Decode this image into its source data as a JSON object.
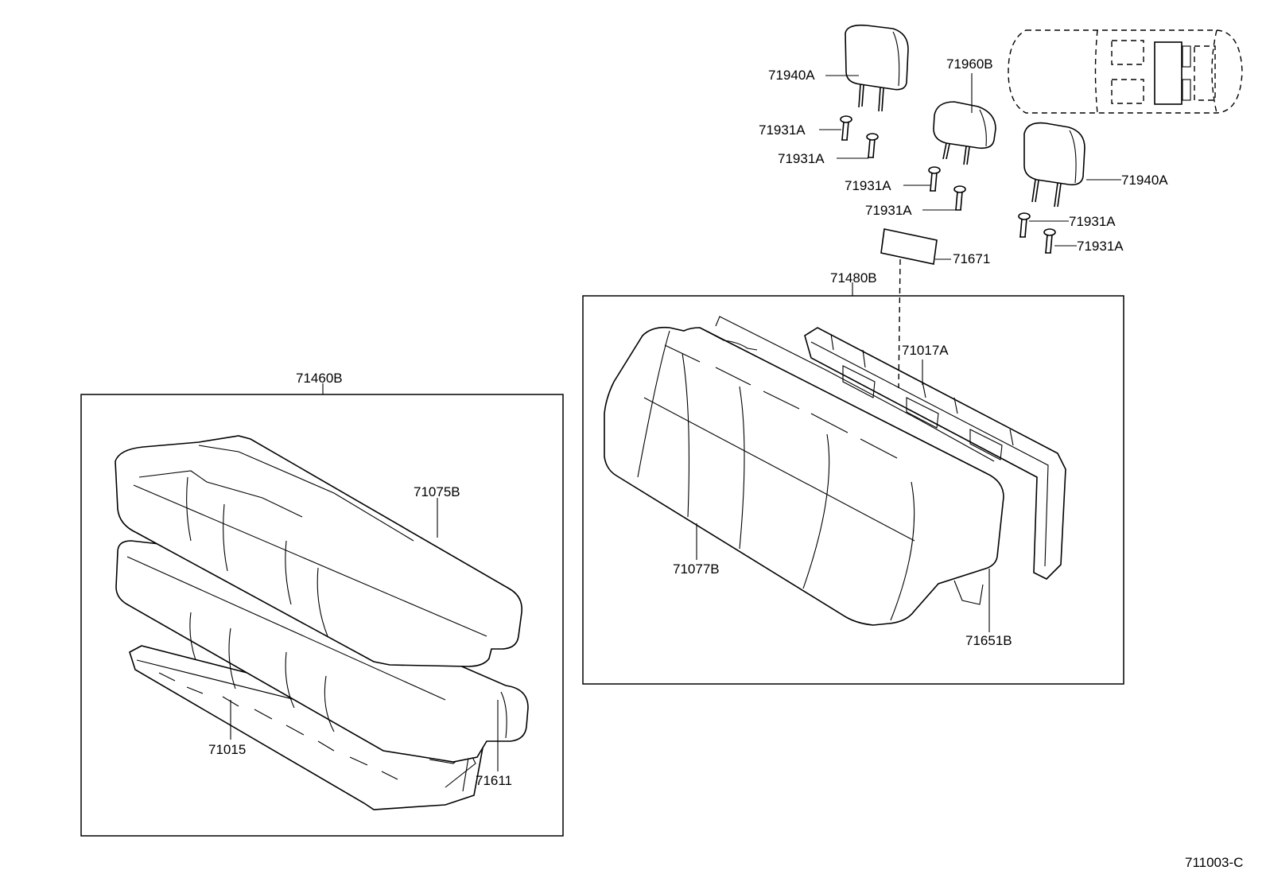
{
  "diagram_id": "711003-C",
  "labels": {
    "headrest_left": "71940A",
    "headrest_center": "71960B",
    "headrest_right": "71940A",
    "support_1": "71931A",
    "support_2": "71931A",
    "support_3": "71931A",
    "support_4": "71931A",
    "support_5": "71931A",
    "support_6": "71931A",
    "armrest_cover": "71671",
    "seatback_assy": "71480B",
    "seatback_frame": "71017A",
    "seatback_cover": "71077B",
    "seatback_pad": "71651B",
    "cushion_assy": "71460B",
    "cushion_cover": "71075B",
    "cushion_frame": "71015",
    "cushion_pad": "71611"
  }
}
